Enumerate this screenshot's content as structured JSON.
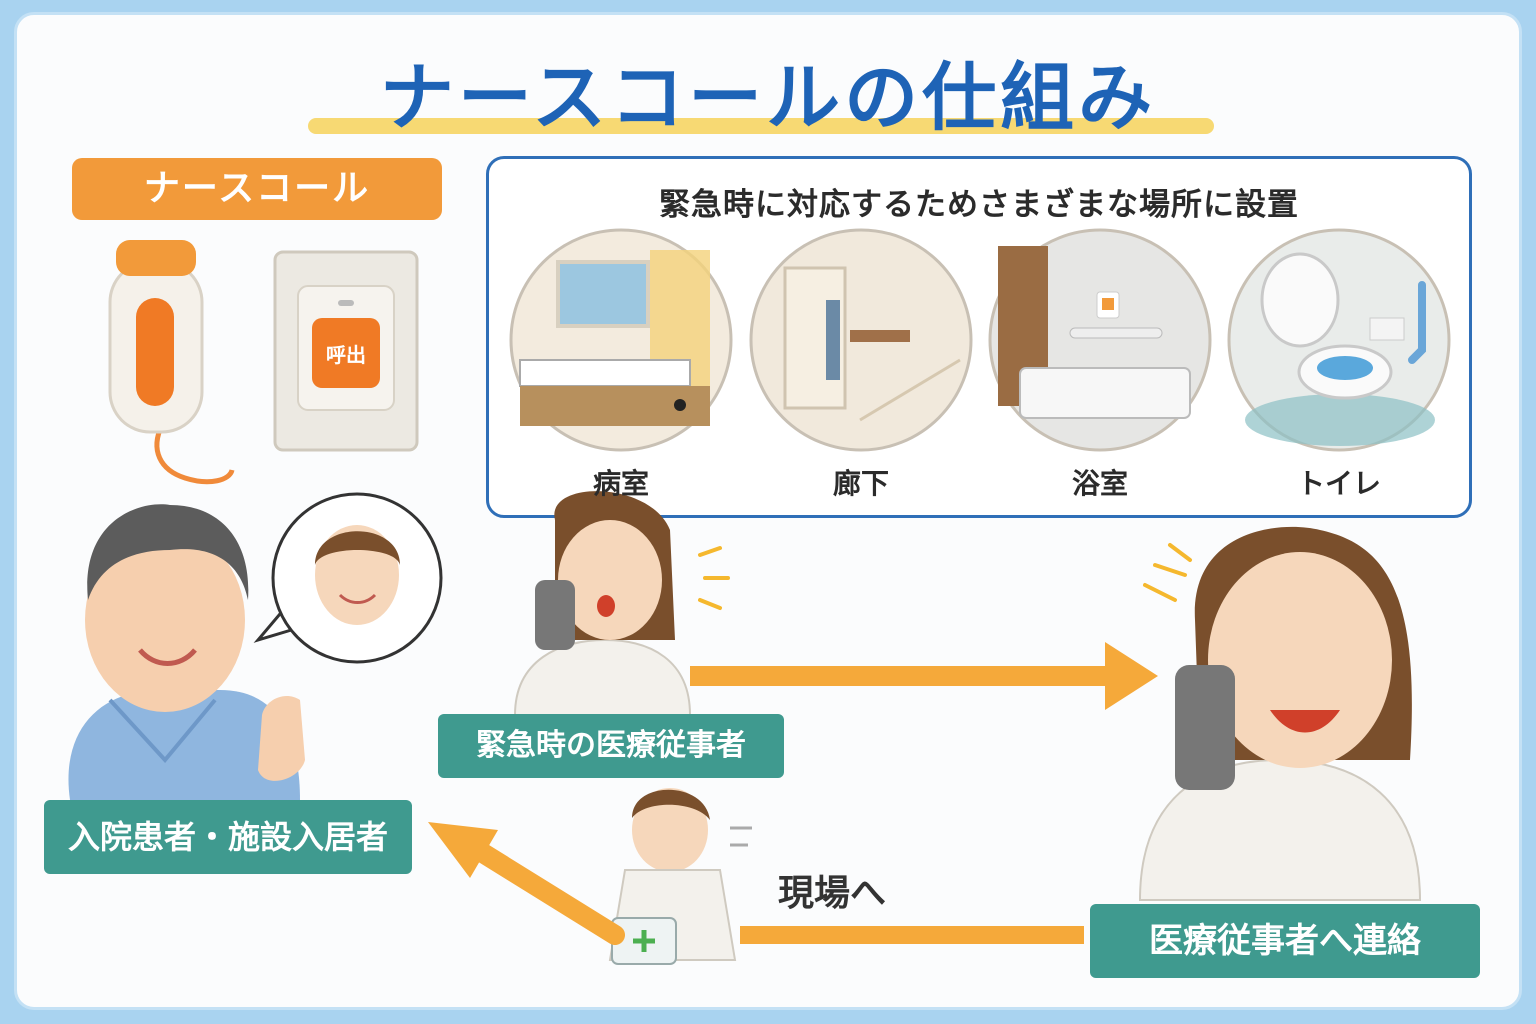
{
  "title": "ナースコールの仕組み",
  "nurse_call_label": "ナースコール",
  "call_button_label": "呼出",
  "places": {
    "caption": "緊急時に対応するためさまざまな場所に設置",
    "items": [
      {
        "label": "病室"
      },
      {
        "label": "廊下"
      },
      {
        "label": "浴室"
      },
      {
        "label": "トイレ"
      }
    ]
  },
  "labels": {
    "patient": "入院患者・施設入居者",
    "emergency_staff": "緊急時の医療従事者",
    "contact_staff": "医療従事者へ連絡",
    "to_site": "現場へ"
  },
  "colors": {
    "title_blue": "#1e63b6",
    "accent_orange": "#f29a3a",
    "arrow_orange": "#f5a93a",
    "label_teal": "#3f9a8f",
    "frame_blue": "#2f6fb8"
  }
}
